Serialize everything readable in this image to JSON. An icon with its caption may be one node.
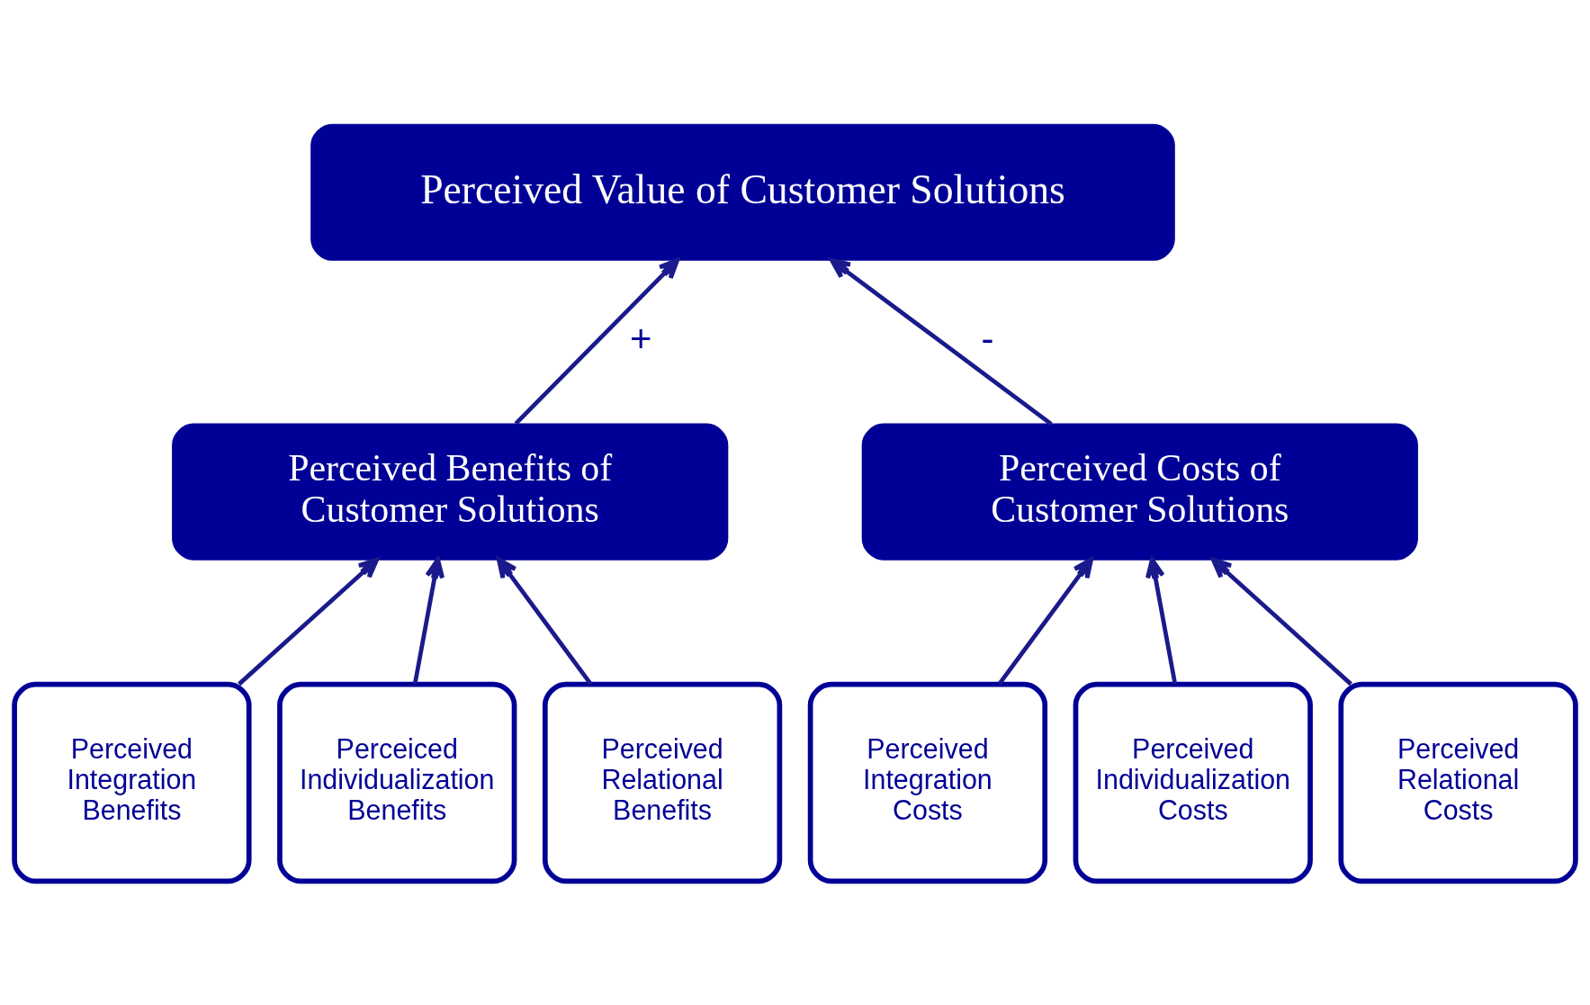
{
  "diagram": {
    "nodes": [
      {
        "text": [
          "Perceived Value of Customer Solutions"
        ]
      },
      {
        "text": [
          "Perceived Benefits of Customer Solutions"
        ]
      },
      {
        "text": [
          "Perceived Costs of Customer Solutions"
        ]
      },
      {
        "text": [
          "Perceived Integration Benefits"
        ]
      },
      {
        "text": [
          "Perceiced Individualization Benefits"
        ]
      },
      {
        "text": [
          "Perceived Relational Benefits"
        ]
      },
      {
        "text": [
          "Perceived Integration Costs"
        ]
      },
      {
        "text": [
          "Perceived Individualization Costs"
        ]
      },
      {
        "text": [
          "Perceived Relational Costs"
        ]
      }
    ],
    "edges": [
      {
        "from": 1,
        "to": 0,
        "arrow": "to",
        "label": "+"
      },
      {
        "from": 2,
        "to": 0,
        "arrow": "to",
        "label": "-"
      },
      {
        "from": 3,
        "to": 1,
        "arrow": "to"
      },
      {
        "from": 4,
        "to": 1,
        "arrow": "to"
      },
      {
        "from": 5,
        "to": 1,
        "arrow": "to"
      },
      {
        "from": 6,
        "to": 2,
        "arrow": "to"
      },
      {
        "from": 7,
        "to": 2,
        "arrow": "to"
      },
      {
        "from": 8,
        "to": 2,
        "arrow": "to"
      }
    ]
  }
}
